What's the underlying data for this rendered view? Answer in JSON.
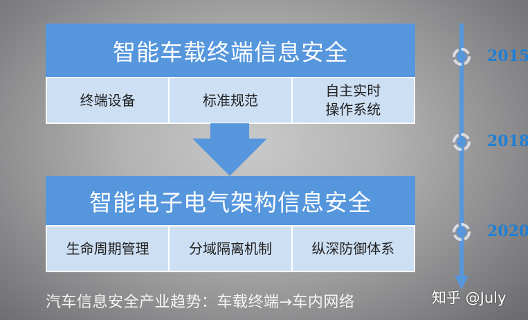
{
  "top_section": {
    "title": "智能车载终端信息安全",
    "cells": [
      {
        "line1": "终端设备",
        "line2": ""
      },
      {
        "line1": "标准规范",
        "line2": ""
      },
      {
        "line1": "自主实时",
        "line2": "操作系统"
      }
    ]
  },
  "bottom_section": {
    "title": "智能电子电气架构信息安全",
    "cells": [
      {
        "line1": "生命周期管理",
        "line2": ""
      },
      {
        "line1": "分域隔离机制",
        "line2": ""
      },
      {
        "line1": "纵深防御体系",
        "line2": ""
      }
    ]
  },
  "timeline": {
    "years": [
      "2015",
      "2018",
      "2020"
    ],
    "line_color": "#5596dd",
    "year_color": "#1f7fd6"
  },
  "caption": "汽车信息安全产业趋势：车载终端→车内网络",
  "watermark": "知乎 @July",
  "colors": {
    "banner": "#5596dd",
    "cell": "#cddff3",
    "arrow": "#5596dd"
  }
}
